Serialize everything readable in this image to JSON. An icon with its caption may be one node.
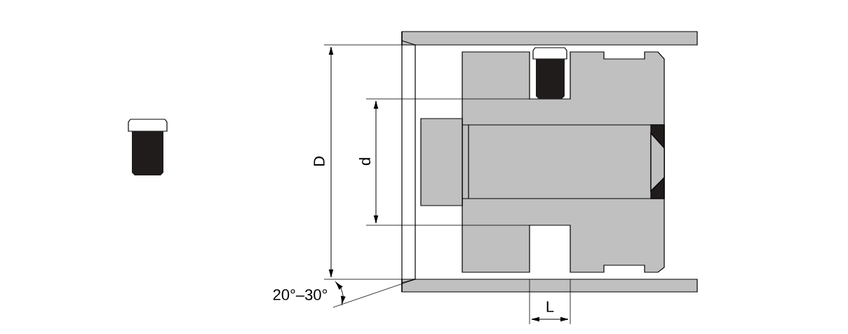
{
  "diagram": {
    "labels": [
      "D",
      "d",
      "20°–30°",
      "L"
    ]
  }
}
